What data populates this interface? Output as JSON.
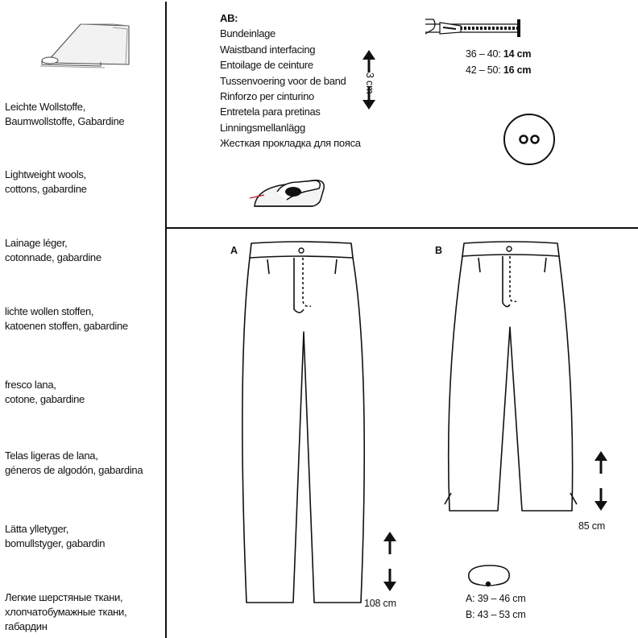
{
  "fabrics": [
    {
      "lines": [
        "Leichte Wollstoffe,",
        "Baumwollstoffe, Gabardine"
      ]
    },
    {
      "lines": [
        "Lightweight wools,",
        "cottons, gabardine"
      ]
    },
    {
      "lines": [
        "Lainage léger,",
        "cotonnade, gabardine"
      ]
    },
    {
      "lines": [
        "lichte wollen stoffen,",
        "katoenen stoffen, gabardine"
      ]
    },
    {
      "lines": [
        "fresco lana,",
        "cotone, gabardine"
      ]
    },
    {
      "lines": [
        "Telas ligeras de lana,",
        "géneros de algodón, gabardina"
      ]
    },
    {
      "lines": [
        "Lätta ylletyger,",
        "bomullstyger, gabardin"
      ]
    },
    {
      "lines": [
        "Легкие шерстяные ткани,",
        "хлопчатобумажные ткани,",
        "габардин"
      ]
    }
  ],
  "interfacing": {
    "header": "AB:",
    "lines": [
      "Bundeinlage",
      "Waistband interfacing",
      "Entoilage de ceinture",
      "Tussenvoering voor de band",
      "Rinforzo per cinturino",
      "Entretela para pretinas",
      "Linningsmellanlägg",
      "Жесткая прокладка для пояса"
    ],
    "width_label": "3 cm"
  },
  "zipper": {
    "row1_sizes": "36 – 40:",
    "row1_len": "14 cm",
    "row2_sizes": "42 – 50:",
    "row2_len": "16 cm"
  },
  "views": {
    "a_label": "A",
    "b_label": "B",
    "a_length": "108 cm",
    "b_length": "85 cm"
  },
  "elastic": {
    "row_a_label": "A:",
    "row_a_value": "39 – 46 cm",
    "row_b_label": "B:",
    "row_b_value": "43 – 53 cm"
  },
  "colors": {
    "line": "#111111",
    "accent": "#c8102e"
  }
}
